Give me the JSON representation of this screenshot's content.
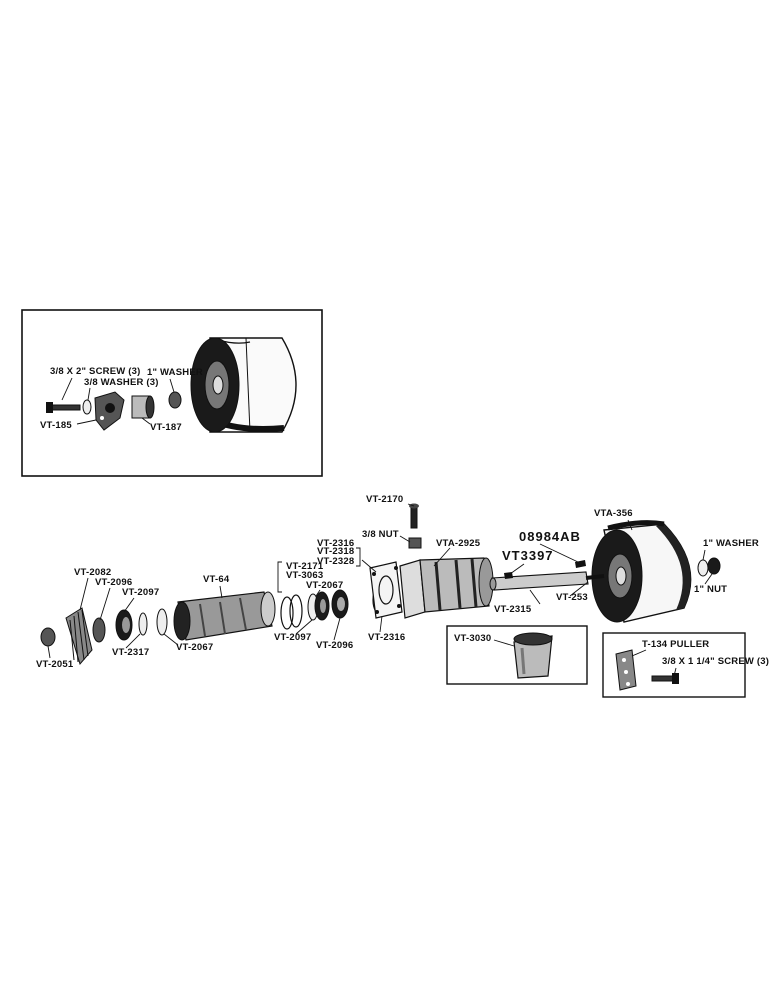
{
  "inset_top": {
    "screw": "3/8 X 2\" SCREW (3)",
    "washer3": "3/8 WASHER (3)",
    "washer1": "1\" WASHER",
    "vt185": "VT-185",
    "vt187": "VT-187"
  },
  "main": {
    "vt2170": "VT-2170",
    "nut": "3/8 NUT",
    "vt2318": "VT-2318",
    "vt2328": "VT-2328",
    "vta2925": "VTA-2925",
    "code1": "08984AB",
    "code2": "VT3397",
    "vta356": "VTA-356",
    "washer1": "1\" WASHER",
    "nut1": "1\" NUT",
    "vt2082": "VT-2082",
    "vt2096a": "VT-2096",
    "vt2097a": "VT-2097",
    "vt64": "VT-64",
    "vt2171": "VT-2171",
    "vt3063": "VT-3063",
    "vt2067a": "VT-2067",
    "vt2315": "VT-2315",
    "vt253": "VT-253",
    "vt2051": "VT-2051",
    "vt2317": "VT-2317",
    "vt2067b": "VT-2067",
    "vt2097b": "VT-2097",
    "vt2096b": "VT-2096",
    "vt2316a": "VT-2316",
    "vt2316b": "VT-2316"
  },
  "inset_cup": {
    "vt3030": "VT-3030"
  },
  "inset_puller": {
    "t134": "T-134 PULLER",
    "screw": "3/8 X 1 1/4\" SCREW (3)"
  }
}
